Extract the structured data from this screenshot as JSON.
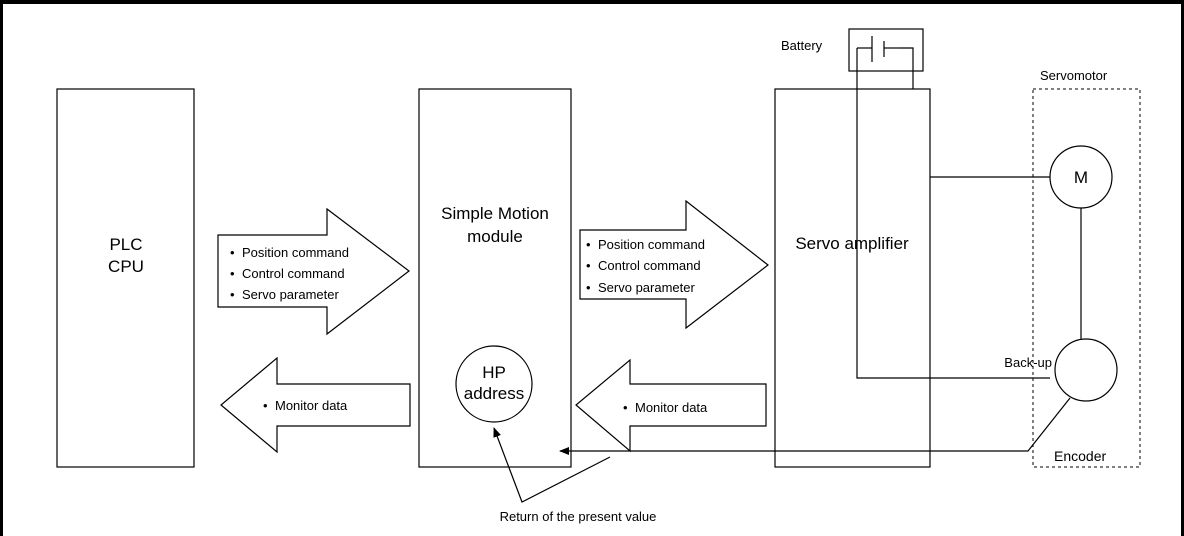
{
  "plc": {
    "line1": "PLC",
    "line2": "CPU"
  },
  "module": {
    "line1": "Simple Motion",
    "line2": "module"
  },
  "hp": {
    "line1": "HP",
    "line2": "address"
  },
  "amplifier": {
    "label": "Servo amplifier"
  },
  "battery": {
    "label": "Battery"
  },
  "servomotor": {
    "label": "Servomotor",
    "motor_symbol": "M"
  },
  "backup": {
    "label": "Back-up"
  },
  "encoder": {
    "label": "Encoder"
  },
  "commands_left": [
    "Position command",
    "Control command",
    "Servo parameter"
  ],
  "commands_right": [
    "Position command",
    "Control command",
    "Servo parameter"
  ],
  "monitor_left": "Monitor data",
  "monitor_right": "Monitor data",
  "return_note": "Return of the present value"
}
